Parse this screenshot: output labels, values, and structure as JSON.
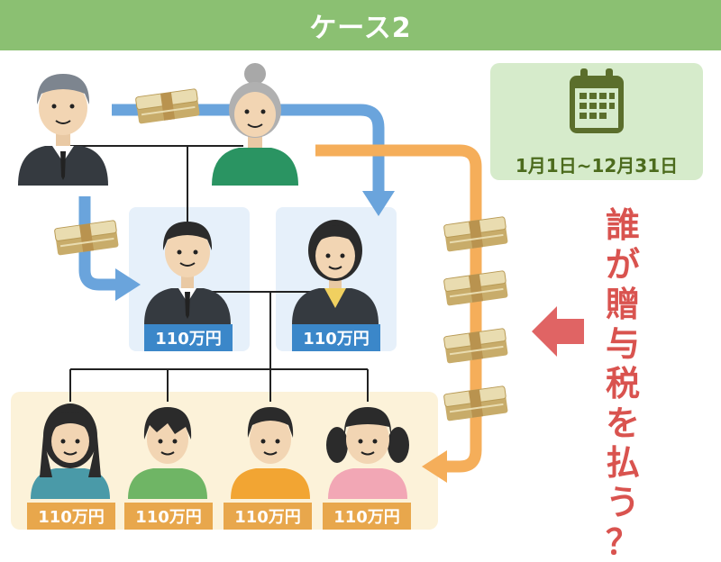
{
  "header": {
    "title": "ケース2"
  },
  "calendar": {
    "period": "1月1日~12月31日"
  },
  "amounts": {
    "father": "110万円",
    "mother": "110万円",
    "child1": "110万円",
    "child2": "110万円",
    "child3": "110万円",
    "child4": "110万円"
  },
  "question": {
    "chars": [
      "誰",
      "が",
      "贈",
      "与",
      "税",
      "を",
      "払",
      "う",
      "？"
    ]
  },
  "colors": {
    "header": "#8bc072",
    "blue_arrow": "#6aa4dc",
    "orange_arrow": "#f5ae5a",
    "red_arrow": "#e06464",
    "label_blue": "#3b87c9",
    "label_orange": "#e8a74c",
    "parent_bg": "#e6f0fa",
    "child_bg": "#fcf2d9",
    "calendar_bg": "#d6ebcb"
  }
}
